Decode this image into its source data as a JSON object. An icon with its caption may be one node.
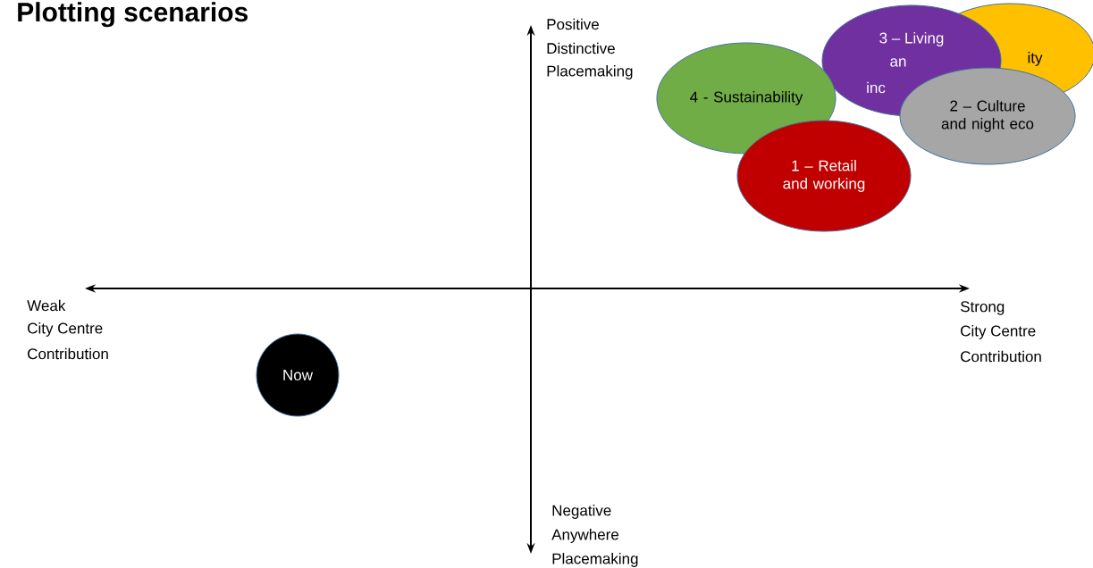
{
  "diagram": {
    "title": "Plotting scenarios",
    "nodes": [
      {
        "text": [
          "3 – Living",
          "an",
          "inc"
        ]
      },
      {
        "text": [
          "ity"
        ]
      },
      {
        "text": [
          "4 - Sustainability"
        ]
      },
      {
        "text": [
          "2 – Culture and night eco"
        ]
      },
      {
        "text": [
          "1 – Retail and working"
        ]
      },
      {
        "text": [
          "Now"
        ]
      }
    ],
    "labels": [
      "Positive",
      "Distinctive",
      "Placemaking",
      "Weak",
      "City Centre",
      "Contribution",
      "Strong",
      "City Centre",
      "Contribution",
      "Negative",
      "Anywhere",
      "Placemaking"
    ]
  }
}
